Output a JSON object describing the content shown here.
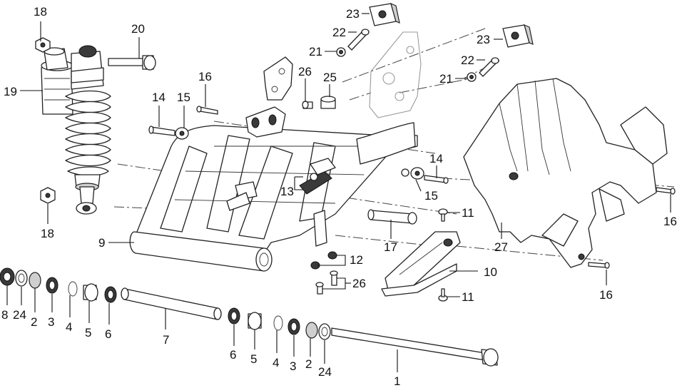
{
  "callouts": [
    {
      "id": "c-18-top",
      "text": "18"
    },
    {
      "id": "c-20",
      "text": "20"
    },
    {
      "id": "c-19",
      "text": "19"
    },
    {
      "id": "c-16-a",
      "text": "16"
    },
    {
      "id": "c-14-a",
      "text": "14"
    },
    {
      "id": "c-15-a",
      "text": "15"
    },
    {
      "id": "c-23-a",
      "text": "23"
    },
    {
      "id": "c-22-a",
      "text": "22"
    },
    {
      "id": "c-21-a",
      "text": "21"
    },
    {
      "id": "c-26-a",
      "text": "26"
    },
    {
      "id": "c-25",
      "text": "25"
    },
    {
      "id": "c-23-b",
      "text": "23"
    },
    {
      "id": "c-22-b",
      "text": "22"
    },
    {
      "id": "c-21-b",
      "text": "21"
    },
    {
      "id": "c-14-b",
      "text": "14"
    },
    {
      "id": "c-15-b",
      "text": "15"
    },
    {
      "id": "c-13",
      "text": "13"
    },
    {
      "id": "c-18-bottom",
      "text": "18"
    },
    {
      "id": "c-9",
      "text": "9"
    },
    {
      "id": "c-11-a",
      "text": "11"
    },
    {
      "id": "c-17",
      "text": "17"
    },
    {
      "id": "c-27",
      "text": "27"
    },
    {
      "id": "c-16-b",
      "text": "16"
    },
    {
      "id": "c-16-c",
      "text": "16"
    },
    {
      "id": "c-12",
      "text": "12"
    },
    {
      "id": "c-10",
      "text": "10"
    },
    {
      "id": "c-26-b",
      "text": "26"
    },
    {
      "id": "c-11-b",
      "text": "11"
    },
    {
      "id": "c-8",
      "text": "8"
    },
    {
      "id": "c-24-a",
      "text": "24"
    },
    {
      "id": "c-2-a",
      "text": "2"
    },
    {
      "id": "c-3-a",
      "text": "3"
    },
    {
      "id": "c-4-a",
      "text": "4"
    },
    {
      "id": "c-5-a",
      "text": "5"
    },
    {
      "id": "c-6-a",
      "text": "6"
    },
    {
      "id": "c-7",
      "text": "7"
    },
    {
      "id": "c-6-b",
      "text": "6"
    },
    {
      "id": "c-5-b",
      "text": "5"
    },
    {
      "id": "c-4-b",
      "text": "4"
    },
    {
      "id": "c-3-b",
      "text": "3"
    },
    {
      "id": "c-2-b",
      "text": "2"
    },
    {
      "id": "c-24-b",
      "text": "24"
    },
    {
      "id": "c-1",
      "text": "1"
    }
  ]
}
